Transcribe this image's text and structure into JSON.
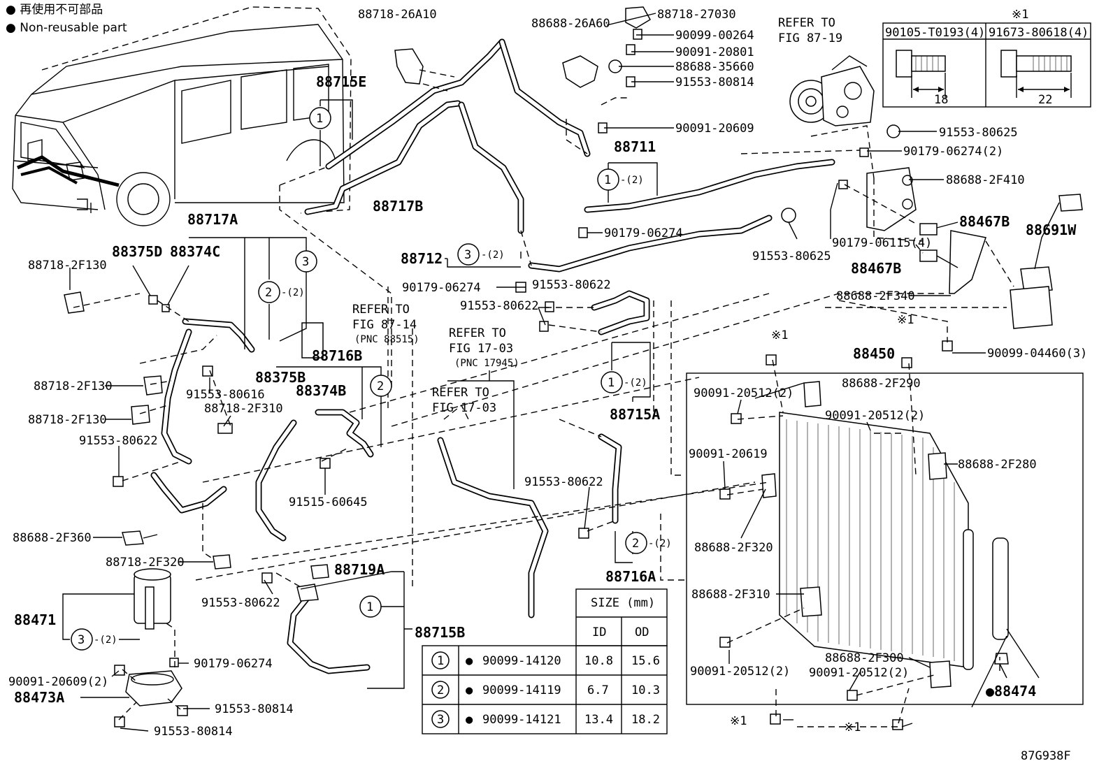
{
  "legend": {
    "line1": "● 再使用不可部品",
    "line2": "● Non-reusable part"
  },
  "drawing_code": "87G938F",
  "bolt_box": {
    "mark": "※1",
    "bolt_a": "90105-T0193(4)",
    "bolt_b": "91673-80618(4)",
    "len_a": "18",
    "len_b": "22"
  },
  "refer": {
    "fig8719_a": "REFER TO",
    "fig8719_b": "FIG 87-19",
    "fig8714_a": "REFER TO",
    "fig8714_b": "FIG 87-14",
    "fig8714_c": "(PNC 88515)",
    "fig1703a_a": "REFER TO",
    "fig1703a_b": "FIG 17-03",
    "fig1703a_c": "(PNC 17945)",
    "fig1703b_a": "REFER TO",
    "fig1703b_b": "FIG 17-03"
  },
  "size_table": {
    "header": "SIZE (mm)",
    "col_id": "ID",
    "col_od": "OD",
    "rows": [
      {
        "num": "1",
        "dot": "●",
        "part": "90099-14120",
        "id": "10.8",
        "od": "15.6"
      },
      {
        "num": "2",
        "dot": "●",
        "part": "90099-14119",
        "id": "6.7",
        "od": "10.3"
      },
      {
        "num": "3",
        "dot": "●",
        "part": "90099-14121",
        "id": "13.4",
        "od": "18.2"
      }
    ]
  },
  "callouts": {
    "c1": "1",
    "c2": "2",
    "c3": "3",
    "qty2": "-(2)"
  },
  "labels": {
    "p88718_26A10": "88718-26A10",
    "p88715E": "88715E",
    "p88717B": "88717B",
    "p88688_26A60": "88688-26A60",
    "p88718_27030": "88718-27030",
    "p90099_00264": "90099-00264",
    "p90091_20801": "90091-20801",
    "p88688_35660": "88688-35660",
    "p91553_80814_top": "91553-80814",
    "p90091_20609_top": "90091-20609",
    "p88711": "88711",
    "p91553_80625_a": "91553-80625",
    "p90179_06274_2": "90179-06274(2)",
    "p88688_2F410": "88688-2F410",
    "p90179_06115": "90179-06115(4)",
    "p88467B_a": "88467B",
    "p88467B_b": "88467B",
    "p88691W": "88691W",
    "p91553_80625_b": "91553-80625",
    "p90179_06274_mid": "90179-06274",
    "p88712": "88712",
    "p90179_06274_left": "90179-06274",
    "p91553_80622_a": "91553-80622",
    "p91553_80622_b": "91553-80622",
    "p88688_2F340": "88688-2F340",
    "p88717A": "88717A",
    "p88375D": "88375D",
    "p88374C": "88374C",
    "p88718_2F130_a": "88718-2F130",
    "p88718_2F130_b": "88718-2F130",
    "p88718_2F130_c": "88718-2F130",
    "p91553_80616": "91553-80616",
    "p88718_2F310": "88718-2F310",
    "p91553_80622_c": "91553-80622",
    "p88716B": "88716B",
    "p88375B": "88375B",
    "p88374B": "88374B",
    "p91515_60645": "91515-60645",
    "p88688_2F360": "88688-2F360",
    "p88718_2F320": "88718-2F320",
    "p88471": "88471",
    "p91553_80622_d": "91553-80622",
    "p88719A": "88719A",
    "p88715B": "88715B",
    "p90179_06274_bot": "90179-06274",
    "p90091_20609_2": "90091-20609(2)",
    "p88473A": "88473A",
    "p91553_80814_a": "91553-80814",
    "p91553_80814_b": "91553-80814",
    "p88715A": "88715A",
    "p91553_80622_e": "91553-80622",
    "p88716A": "88716A",
    "p90099_04460": "90099-04460(3)",
    "p88450": "88450",
    "p90091_20512_a": "90091-20512(2)",
    "p88688_2F290": "88688-2F290",
    "p90091_20512_b": "90091-20512(2)",
    "p90091_20619": "90091-20619",
    "p88688_2F280": "88688-2F280",
    "p88688_2F320": "88688-2F320",
    "p88688_2F310": "88688-2F310",
    "p90091_20512_c": "90091-20512(2)",
    "p88688_2F300": "88688-2F300",
    "p90091_20512_d": "90091-20512(2)",
    "p88474": "●88474",
    "mark_a": "※1",
    "mark_b": "※1",
    "mark_c": "※1",
    "mark_d": "※1"
  }
}
